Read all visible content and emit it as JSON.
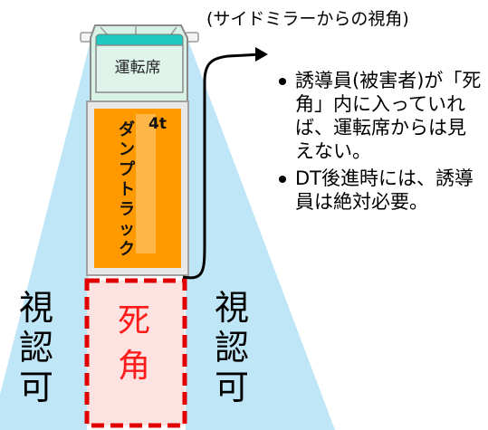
{
  "caption": "(サイドミラーからの視角)",
  "cab_label": "運転席",
  "truck_label": "ダンプトラック",
  "truck_size": "4t",
  "dead_zone_label": "死角",
  "visible_left_label": "視認可",
  "visible_right_label": "視認可",
  "bullets": [
    "誘導員(被害者)が「死角」内に入っていれば、運転席からは見えない。",
    "DT後進時には、誘導員は絶対必要。"
  ],
  "colors": {
    "visibility_zone": "#bfe6f7",
    "cab_fill": "#d9f2e6",
    "cab_roof": "#1ec9c0",
    "truck_body": "#ff9900",
    "truck_inner": "#ffbb55",
    "dead_zone_fill": "#fde2e2",
    "dead_zone_border": "#e00000"
  }
}
